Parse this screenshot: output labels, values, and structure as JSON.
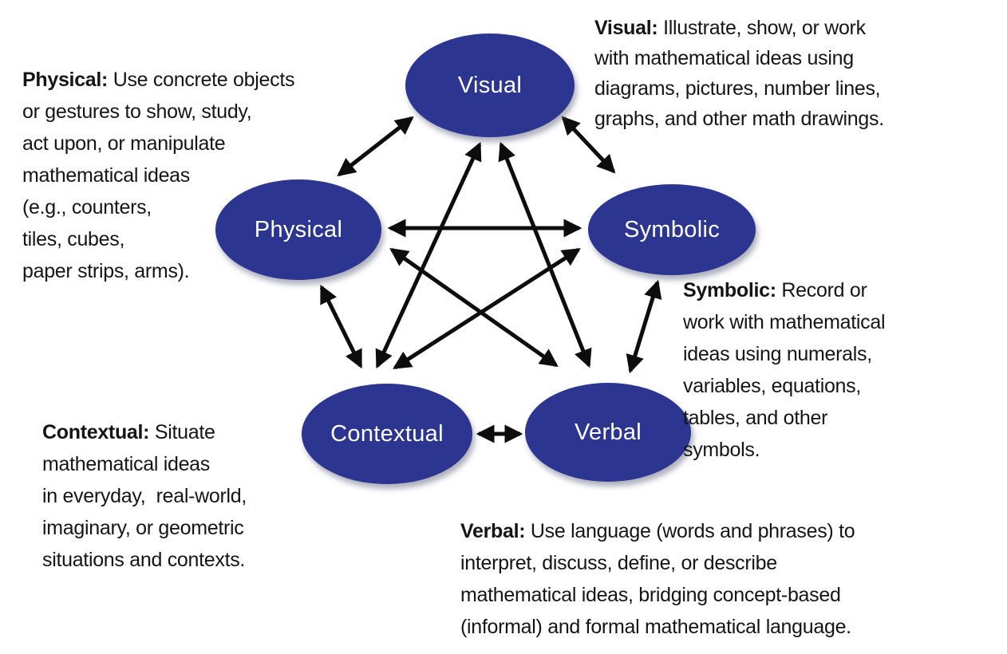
{
  "nodes": {
    "visual": {
      "label": "Visual"
    },
    "physical": {
      "label": "Physical"
    },
    "symbolic": {
      "label": "Symbolic"
    },
    "contextual": {
      "label": "Contextual"
    },
    "verbal": {
      "label": "Verbal"
    }
  },
  "descriptions": {
    "physical": {
      "term": "Physical:",
      "rest": " Use concrete objects\nor gestures to show, study,\nact upon, or manipulate\nmathematical ideas\n(e.g., counters,\ntiles, cubes,\npaper strips, arms)."
    },
    "visual": {
      "term": "Visual:",
      "rest": " Illustrate, show, or work\nwith mathematical ideas using\ndiagrams, pictures, number lines,\ngraphs, and other math drawings."
    },
    "symbolic": {
      "term": "Symbolic:",
      "rest": " Record or\nwork with mathematical\nideas using numerals,\nvariables, equations,\ntables, and other\nsymbols."
    },
    "contextual": {
      "term": "Contextual:",
      "rest": " Situate\nmathematical ideas\nin everyday,  real-world,\nimaginary, or geometric\nsituations and contexts."
    },
    "verbal": {
      "term": "Verbal:",
      "rest": " Use language (words and phrases) to\ninterpret, discuss, define, or describe\nmathematical ideas, bridging concept-based\n(informal) and formal mathematical language."
    }
  },
  "relations": [
    {
      "from": "Visual",
      "to": "Physical",
      "style": "double-arrow"
    },
    {
      "from": "Visual",
      "to": "Symbolic",
      "style": "double-arrow"
    },
    {
      "from": "Visual",
      "to": "Contextual",
      "style": "double-arrow"
    },
    {
      "from": "Visual",
      "to": "Verbal",
      "style": "double-arrow"
    },
    {
      "from": "Physical",
      "to": "Symbolic",
      "style": "double-arrow"
    },
    {
      "from": "Physical",
      "to": "Contextual",
      "style": "double-arrow"
    },
    {
      "from": "Physical",
      "to": "Verbal",
      "style": "double-arrow"
    },
    {
      "from": "Symbolic",
      "to": "Contextual",
      "style": "double-arrow"
    },
    {
      "from": "Symbolic",
      "to": "Verbal",
      "style": "double-arrow"
    },
    {
      "from": "Contextual",
      "to": "Verbal",
      "style": "double-arrow"
    }
  ],
  "colors": {
    "node_fill": "#2c3590",
    "node_text": "#ffffff",
    "arrow": "#0d0d0d",
    "body_text": "#151515",
    "background": "#ffffff"
  }
}
